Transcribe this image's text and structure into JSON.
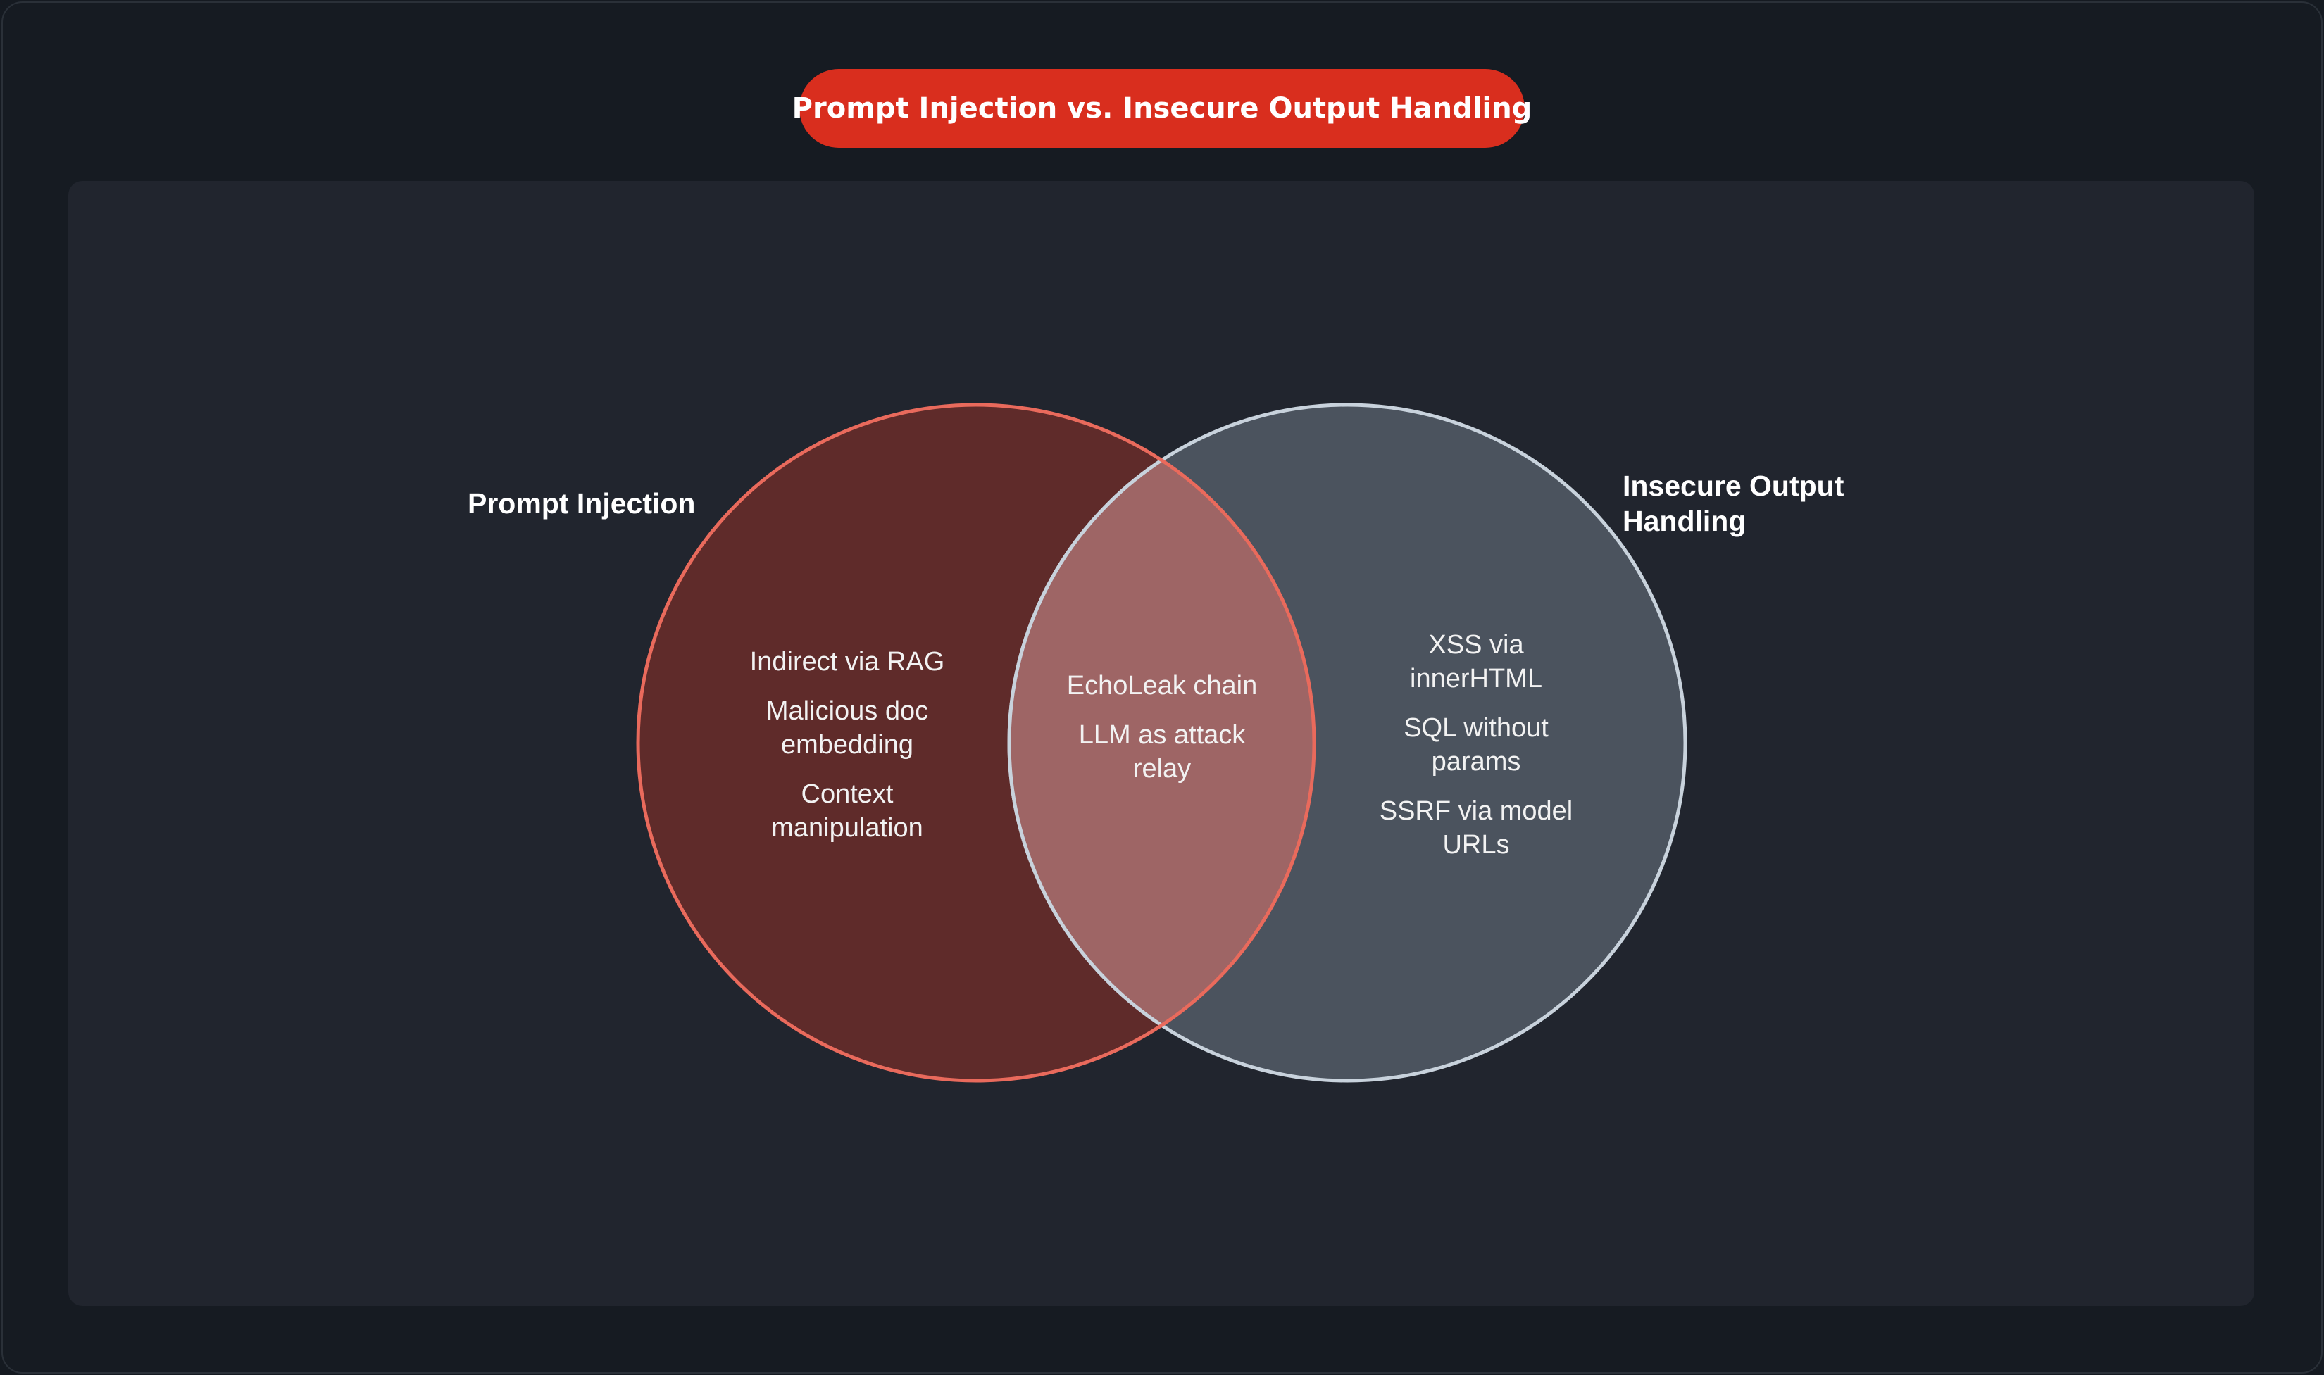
{
  "title": "Prompt Injection vs. Insecure Output Handling",
  "colors": {
    "title_pill": "#d92e1e",
    "left_fill": "#5f2b2a",
    "left_stroke": "#e96a5c",
    "right_fill": "#4b535e",
    "right_stroke": "#c8d2dc",
    "overlap_fill": "#9e6565",
    "background": "#161b22",
    "panel": "#21252e"
  },
  "sets": {
    "left": {
      "label": "Prompt Injection",
      "items": [
        "Indirect via RAG",
        "Malicious doc embedding",
        "Context manipulation"
      ]
    },
    "right": {
      "label": "Insecure Output Handling",
      "label_lines": [
        "Insecure Output",
        "Handling"
      ],
      "items": [
        "XSS via innerHTML",
        "SQL without params",
        "SSRF via model URLs"
      ]
    },
    "overlap": {
      "items": [
        "EchoLeak chain",
        "LLM as attack relay"
      ]
    }
  }
}
